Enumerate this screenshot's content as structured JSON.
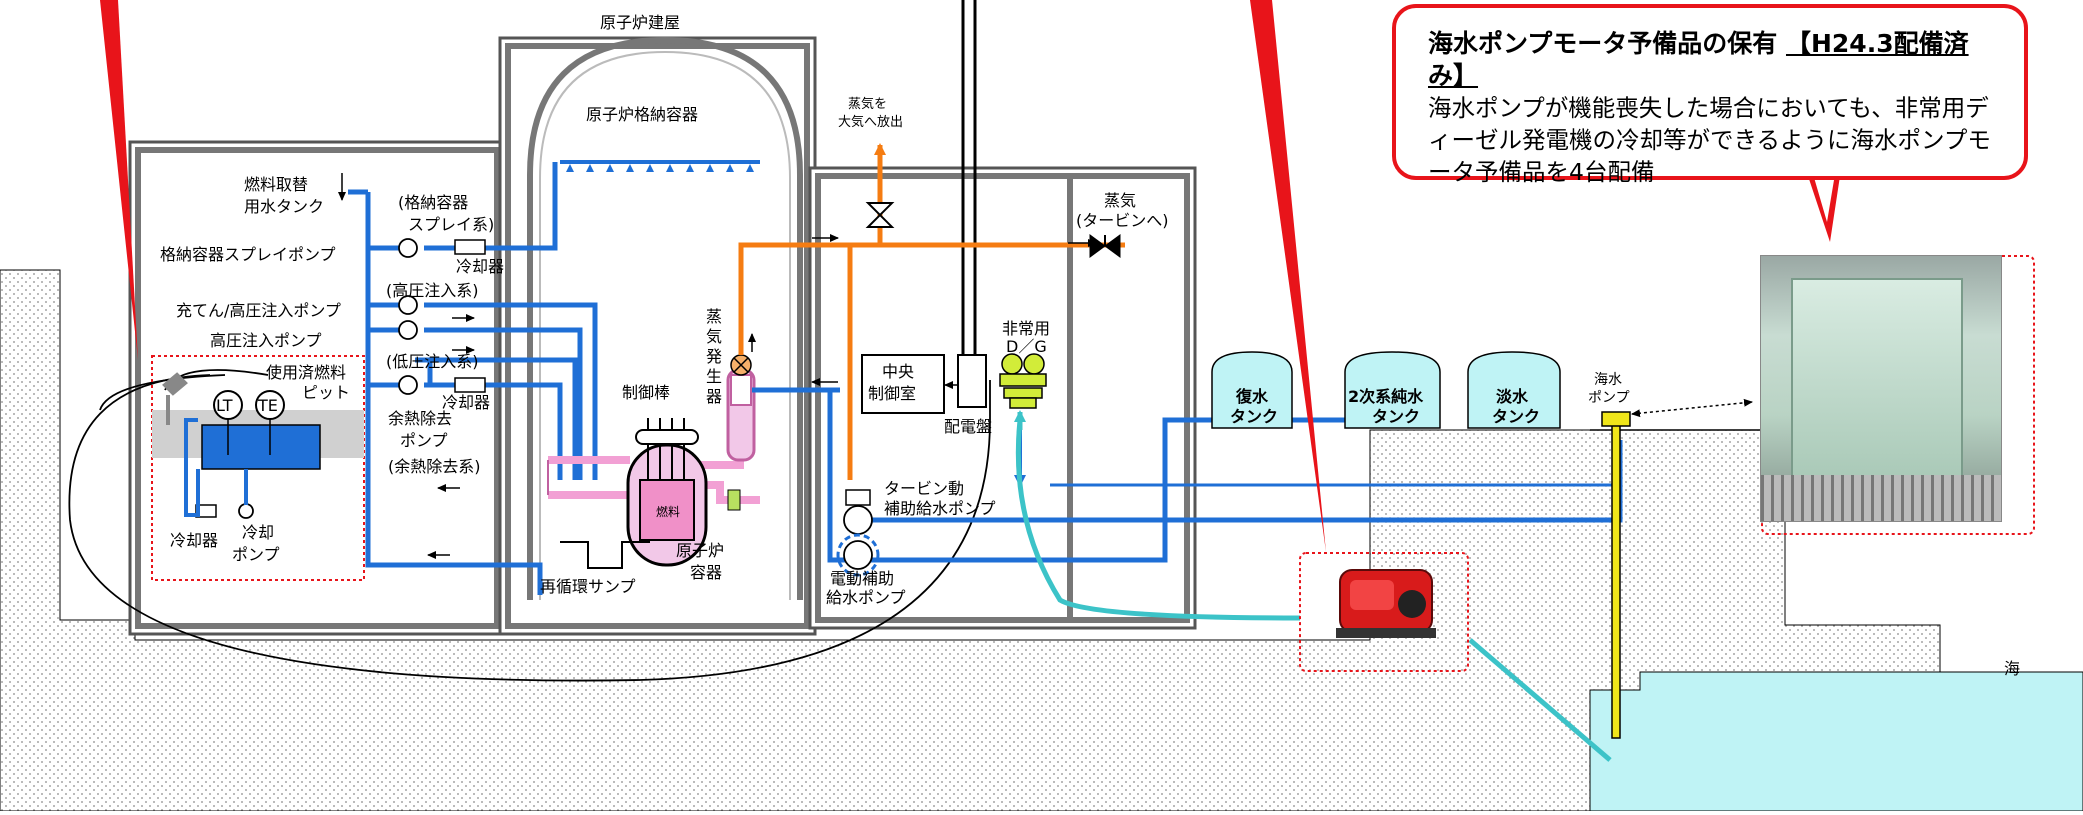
{
  "diagram": {
    "reactor_building": "原子炉建屋",
    "containment_vessel": "原子炉格納容器",
    "refueling_water_tank": [
      "燃料取替",
      "用水タンク"
    ],
    "spray_system": [
      "(格納容器",
      "スプレイ系)"
    ],
    "spray_pump": "格納容器スプレイポンプ",
    "cooler": "冷却器",
    "high_pressure_injection_system": "(高圧注入系)",
    "charging_hpi_pump": "充てん/高圧注入ポンプ",
    "hpi_pump": "高圧注入ポンプ",
    "low_pressure_injection_system": "(低圧注入系)",
    "rhr_pump": [
      "余熱除去",
      "ポンプ"
    ],
    "rhr_system": "(余熱除去系)",
    "spent_fuel_pit": [
      "使用済燃料",
      "ピット"
    ],
    "lt": "LT",
    "te": "TE",
    "pool_cooler": "冷却器",
    "pool_cooling_pump": [
      "冷却",
      "ポンプ"
    ],
    "control_rods": "制御棒",
    "fuel": "燃料",
    "reactor_vessel": [
      "原子炉",
      "容器"
    ],
    "recirculation_sump": "再循環サンプ",
    "steam_generator": [
      "蒸",
      "気",
      "発",
      "生",
      "器"
    ],
    "steam_release": [
      "蒸気を",
      "大気へ放出"
    ],
    "steam_to_turbine": [
      "蒸気",
      "(タービンへ)"
    ],
    "central_control_room": [
      "中央",
      "制御室"
    ],
    "switchboard": "配電盤",
    "emergency_dg": [
      "非常用",
      "D／G"
    ],
    "turbine_afw_pump": [
      "タービン動",
      "補助給水ポンプ"
    ],
    "motor_afw_pump": [
      "電動補助",
      "給水ポンプ"
    ],
    "condensate_tank": [
      "復水",
      "タンク"
    ],
    "secondary_pure_water_tank": [
      "2次系純水",
      "タンク"
    ],
    "fresh_water_tank": [
      "淡水",
      "タンク"
    ],
    "seawater_pump": [
      "海水",
      "ポンプ"
    ],
    "sea": "海"
  },
  "callout": {
    "title": "海水ポンプモータ予備品の保有",
    "status": "【H24.3配備済み】",
    "body": "海水ポンプが機能喪失した場合においても、非常用ディーゼル発電機の冷却等ができるように海水ポンプモータ予備品を4台配備"
  },
  "colors": {
    "red_accent": "#e8141a",
    "pipe_blue": "#1f6fd6",
    "steam_orange": "#f57c12",
    "light_blue_water": "#bff3f5",
    "cyan_hose": "#3cc3c8",
    "pink_primary": "#f2a0d4",
    "yellow_pump": "#f0e61a",
    "dg_green": "#d2ec39"
  }
}
